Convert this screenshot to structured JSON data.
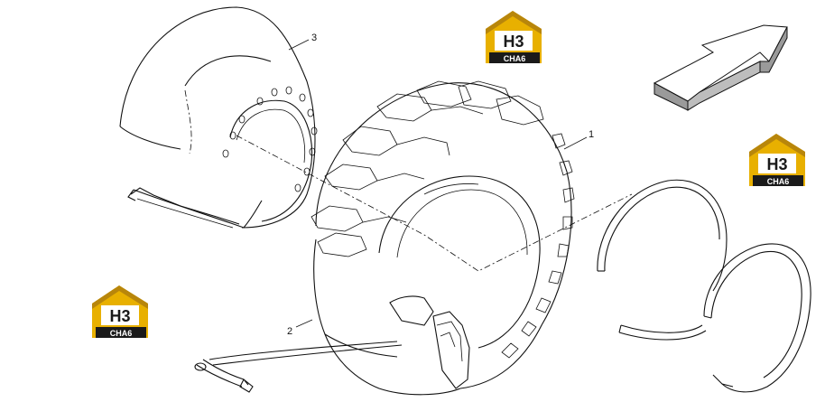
{
  "diagram": {
    "callouts": [
      {
        "id": "1",
        "label": "1"
      },
      {
        "id": "2",
        "label": "2"
      },
      {
        "id": "3",
        "label": "3"
      }
    ]
  },
  "watermark": {
    "logo_letters": "H3",
    "logo_caption": "CHA6",
    "colors": {
      "roof": "#e8b000",
      "roof_dark": "#b8860b",
      "panel": "#1a1a1a",
      "text": "#ffffff"
    }
  },
  "colors": {
    "ink": "#111111",
    "background": "#ffffff",
    "arrow_face": "#ffffff",
    "arrow_side": "#9a9a9a"
  }
}
